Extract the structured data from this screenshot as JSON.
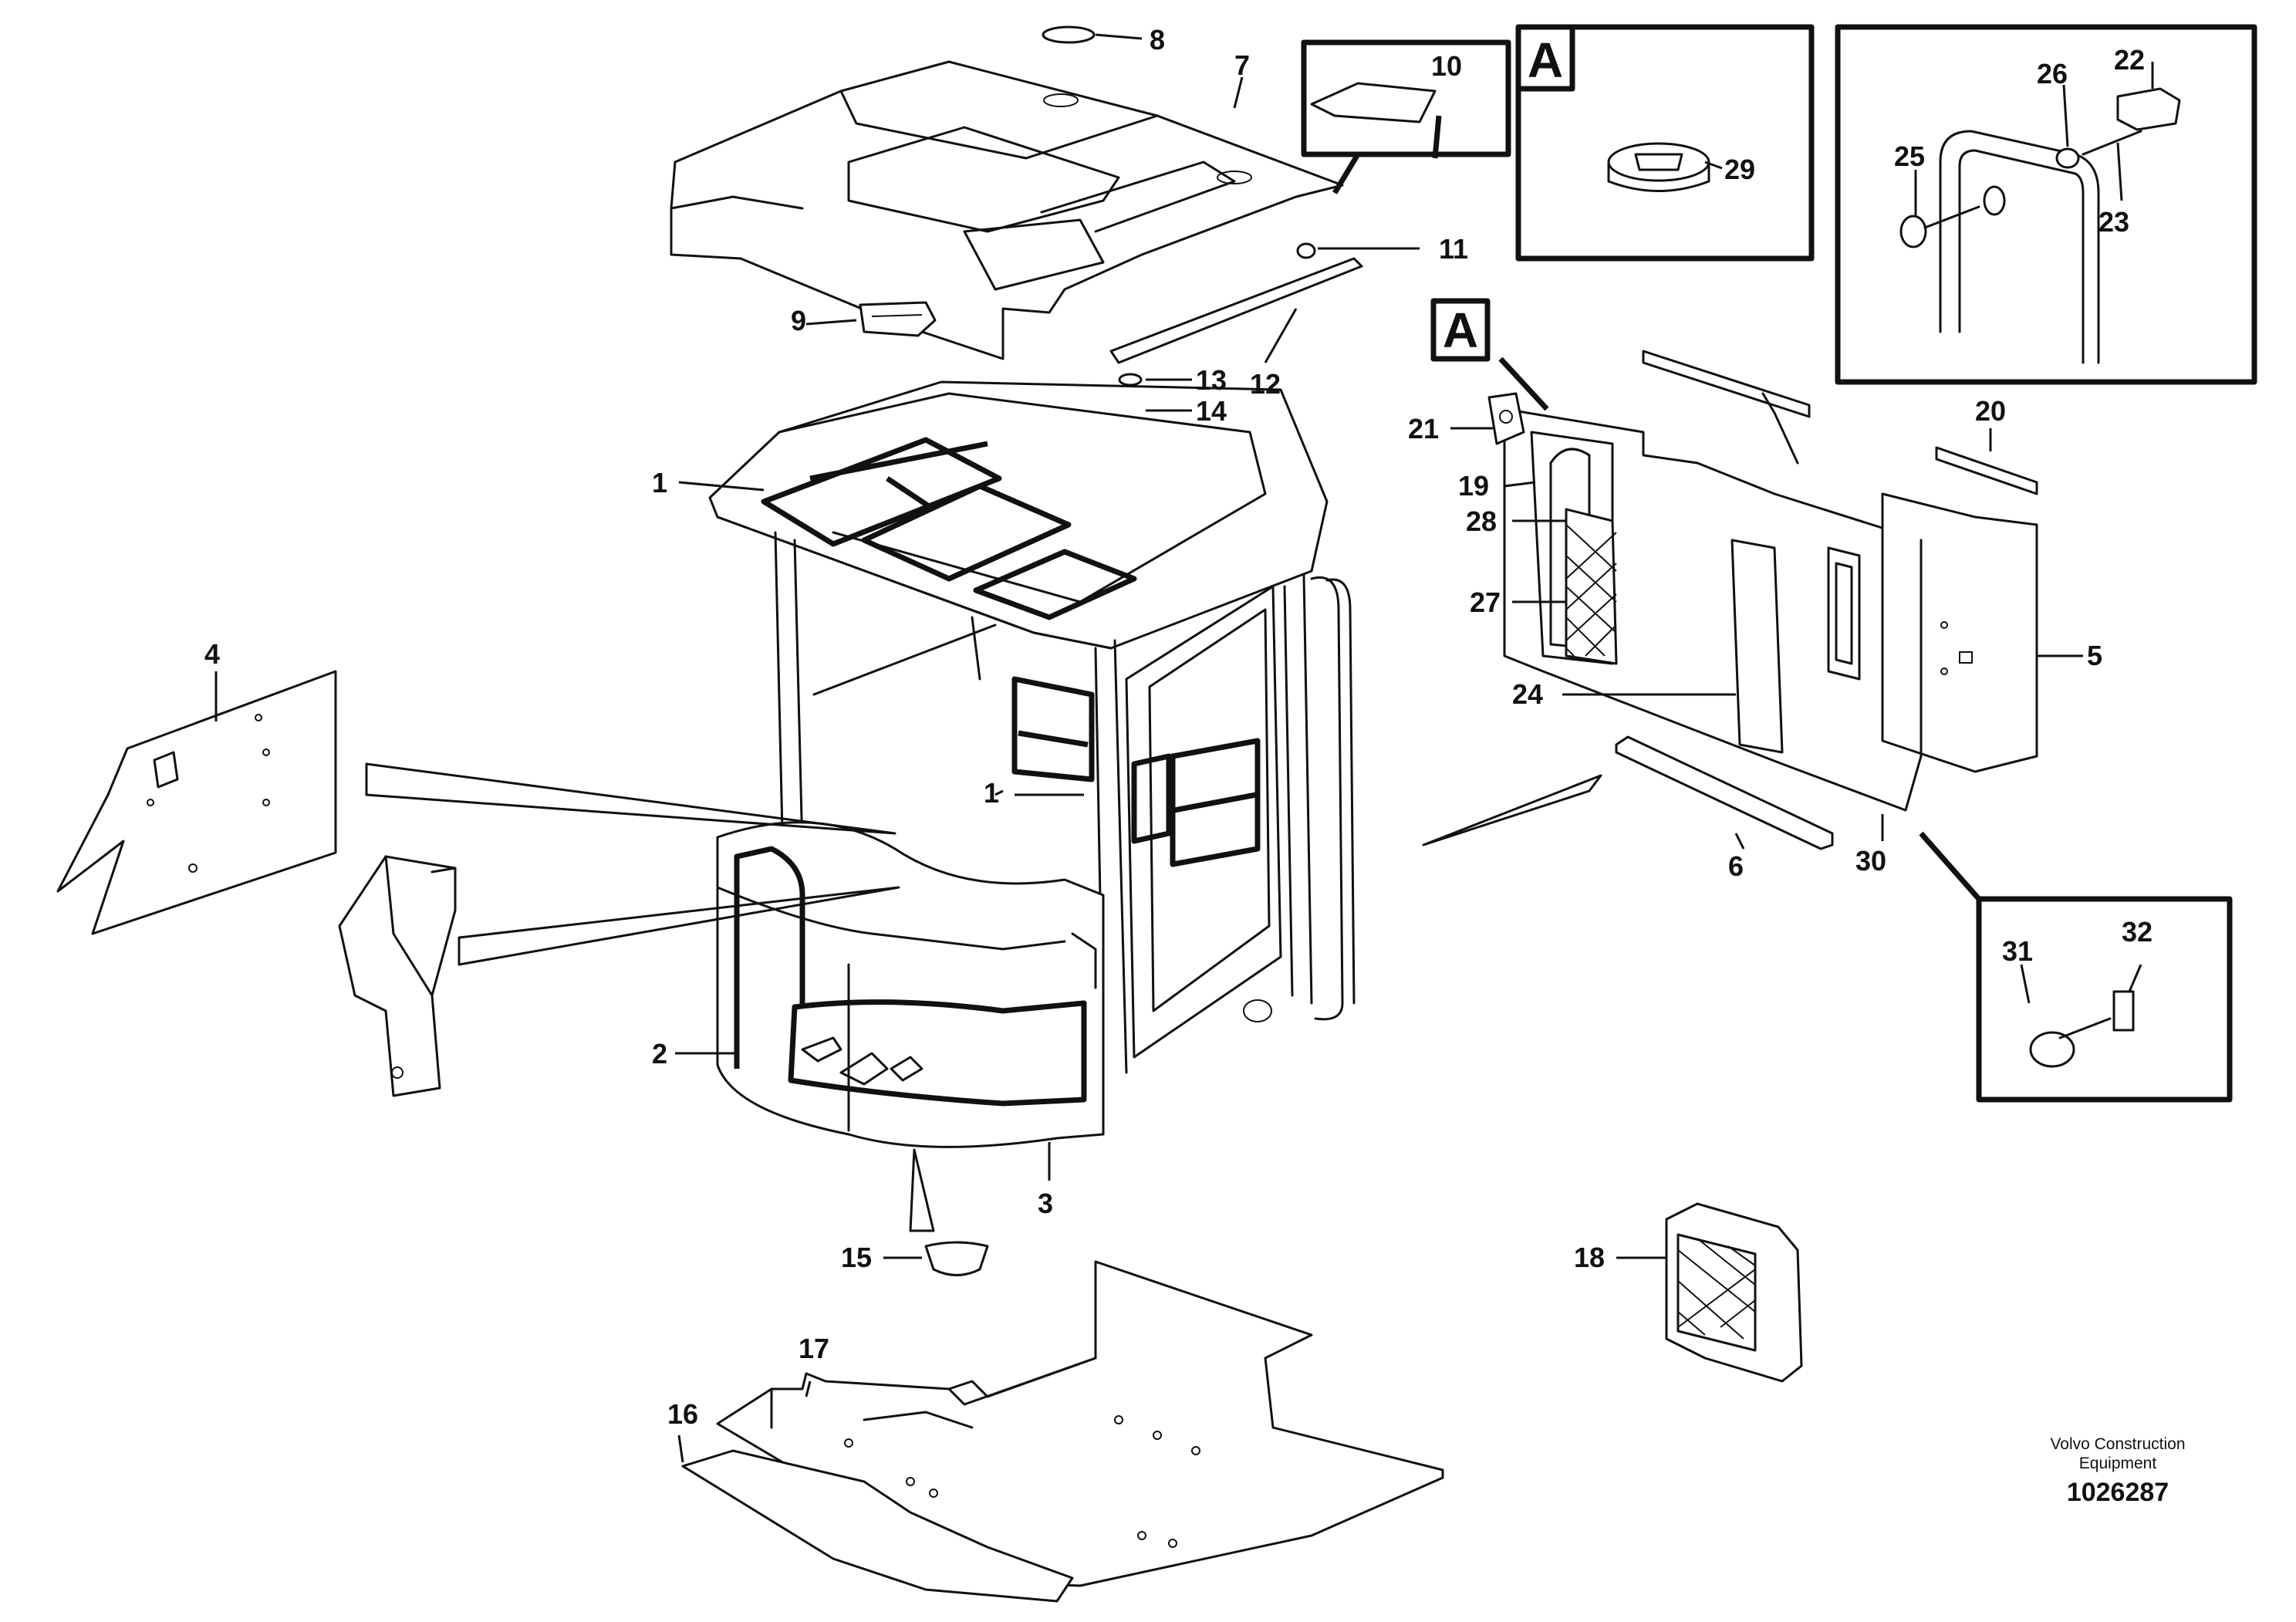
{
  "diagram": {
    "part_numbers": [
      "1",
      "2",
      "3",
      "4",
      "5",
      "6",
      "7",
      "8",
      "9",
      "10",
      "11",
      "12",
      "13",
      "14",
      "15",
      "16",
      "17",
      "18",
      "19",
      "20",
      "21",
      "22",
      "23",
      "24",
      "25",
      "26",
      "27",
      "28",
      "29",
      "30",
      "31",
      "32"
    ],
    "detail_letter": "A",
    "footer": {
      "brand_line1": "Volvo Construction",
      "brand_line2": "Equipment",
      "doc_number": "1026287"
    }
  }
}
